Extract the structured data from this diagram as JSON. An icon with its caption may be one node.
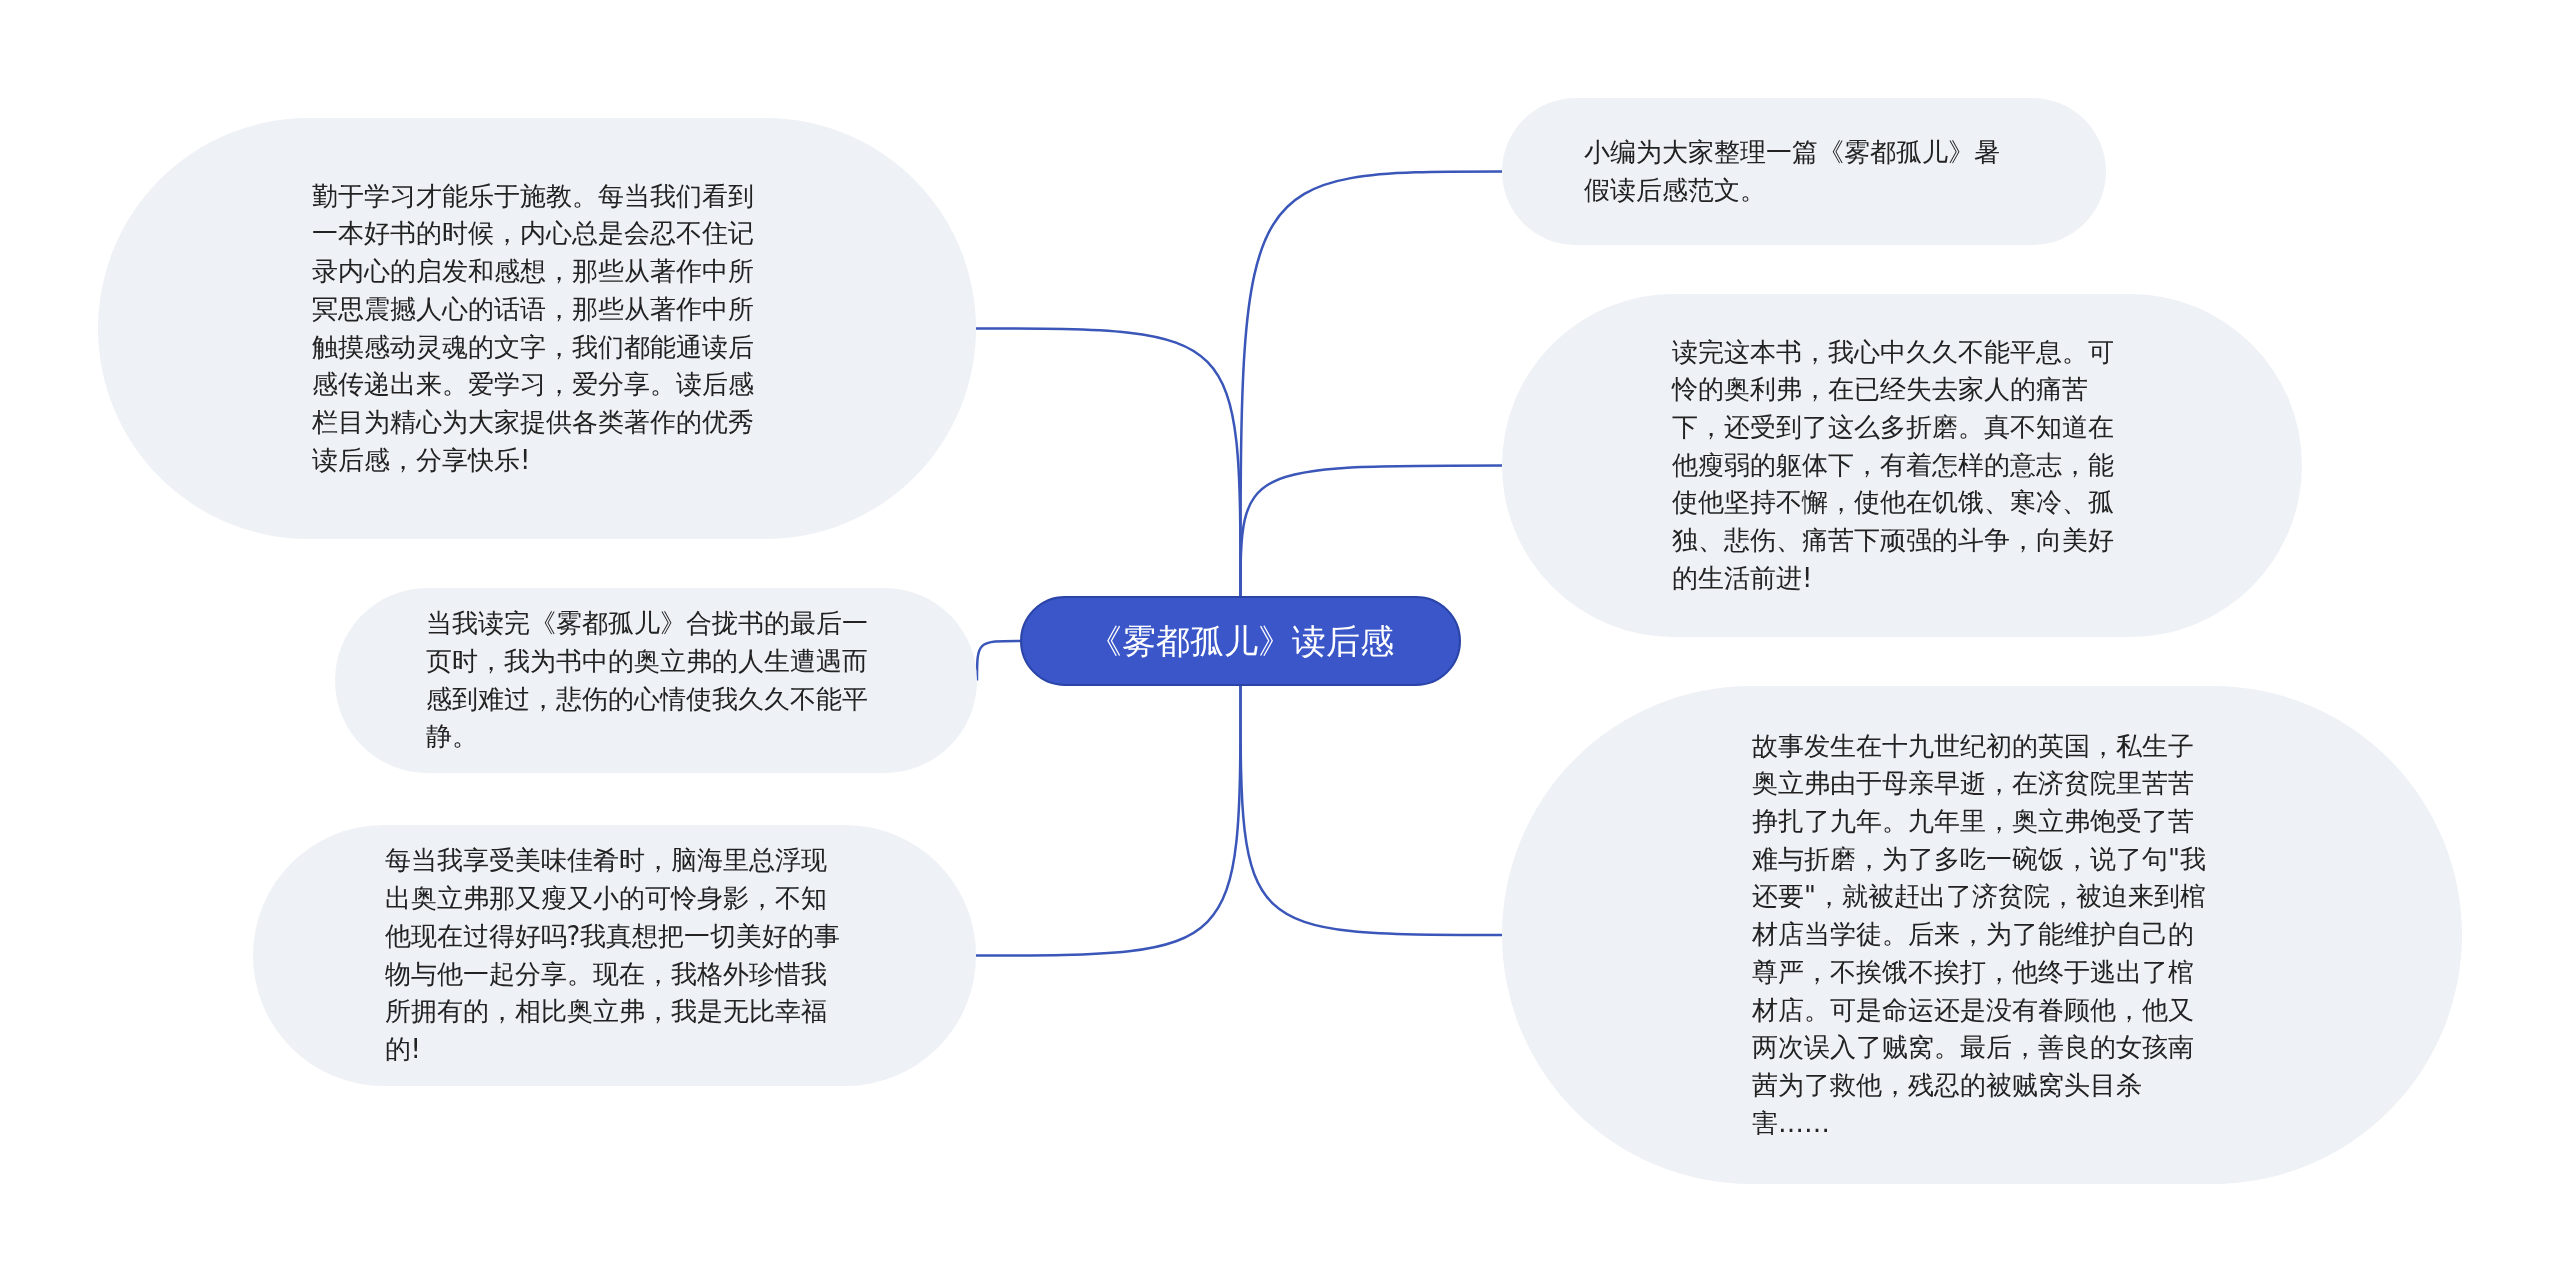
{
  "diagram": {
    "nodes": [
      {
        "text": [
          "《雾都孤儿》读后感"
        ]
      },
      {
        "text": [
          "勤于学习才能乐于施教。每当我们看到一本好书的时候，内心总是会忍不住记录内心的启发和感想，那些从著作中所冥思震撼人心的话语，那些从著作中所触摸感动灵魂的文字，我们都能通读后感传递出来。爱学习，爱分享。读后感栏目为精心为大家提供各类著作的优秀读后感，分享快乐!"
        ]
      },
      {
        "text": [
          "当我读完《雾都孤儿》合拢书的最后一页时，我为书中的奥立弗的人生遭遇而感到难过，悲伤的心情使我久久不能平静。"
        ]
      },
      {
        "text": [
          "每当我享受美味佳肴时，脑海里总浮现出奥立弗那又瘦又小的可怜身影，不知他现在过得好吗?我真想把一切美好的事物与他一起分享。现在，我格外珍惜我所拥有的，相比奥立弗，我是无比幸福的!"
        ]
      },
      {
        "text": [
          "小编为大家整理一篇《雾都孤儿》暑假读后感范文。"
        ]
      },
      {
        "text": [
          "读完这本书，我心中久久不能平息。可怜的奥利弗，在已经失去家人的痛苦下，还受到了这么多折磨。真不知道在他瘦弱的躯体下，有着怎样的意志，能使他坚持不懈，使他在饥饿、寒冷、孤独、悲伤、痛苦下顽强的斗争，向美好的生活前进!"
        ]
      },
      {
        "text": [
          "故事发生在十九世纪初的英国，私生子奥立弗由于母亲早逝，在济贫院里苦苦挣扎了九年。九年里，奥立弗饱受了苦难与折磨，为了多吃一碗饭，说了句\"我还要\"，就被赶出了济贫院，被迫来到棺材店当学徒。后来，为了能维护自己的尊严，不挨饿不挨打，他终于逃出了棺材店。可是命运还是没有眷顾他，他又两次误入了贼窝。最后，善良的女孩南茜为了救他，残忍的被贼窝头目杀害……"
        ]
      }
    ],
    "edges": [
      {
        "from": 0,
        "to": 1,
        "arrow": "none"
      },
      {
        "from": 0,
        "to": 2,
        "arrow": "none"
      },
      {
        "from": 0,
        "to": 3,
        "arrow": "none"
      },
      {
        "from": 0,
        "to": 4,
        "arrow": "none"
      },
      {
        "from": 0,
        "to": 5,
        "arrow": "none"
      },
      {
        "from": 0,
        "to": 6,
        "arrow": "none"
      }
    ]
  }
}
